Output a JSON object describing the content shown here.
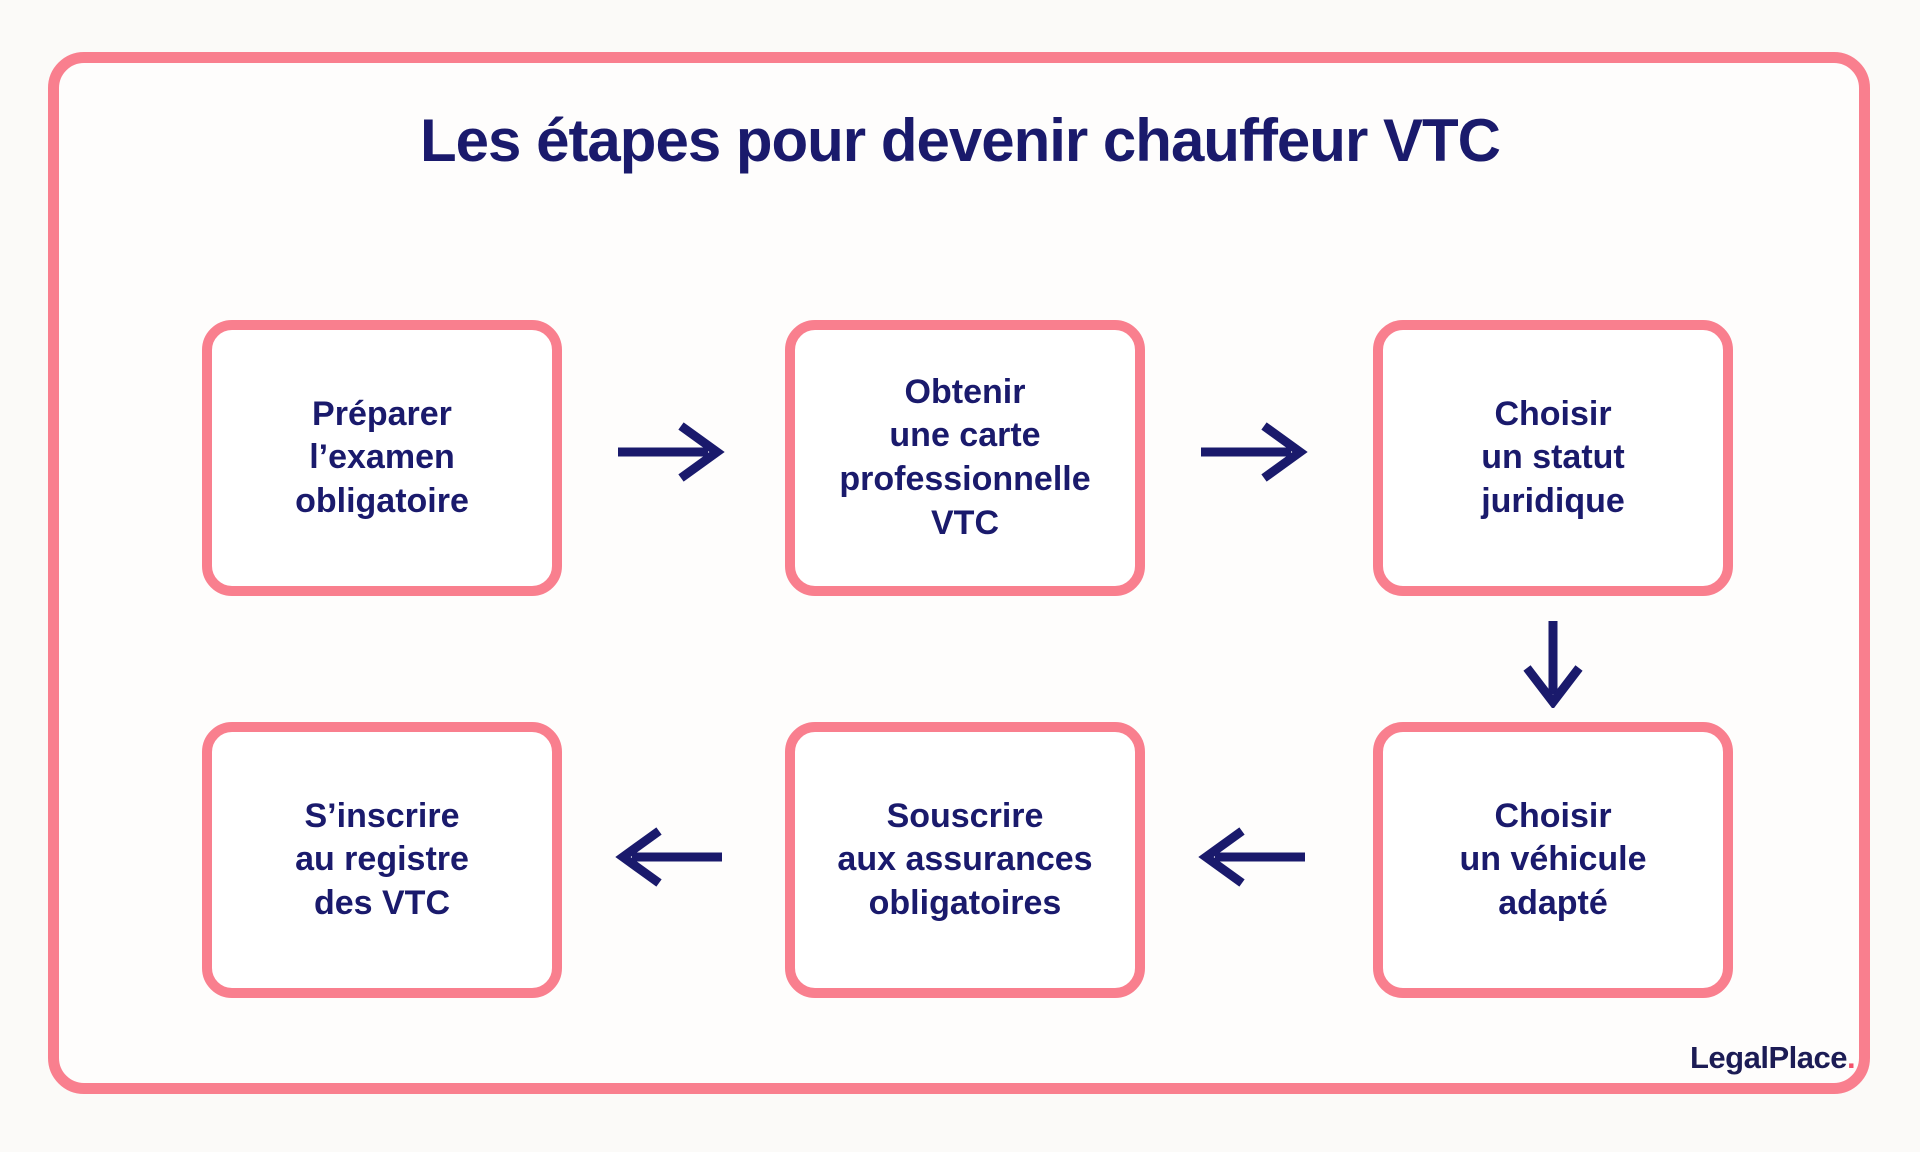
{
  "title": "Les étapes pour devenir chauffeur VTC",
  "steps": [
    {
      "label": "Préparer\nl’examen\nobligatoire"
    },
    {
      "label": "Obtenir\nune carte\nprofessionnelle\nVTC"
    },
    {
      "label": "Choisir\nun statut\njuridique"
    },
    {
      "label": "Choisir\nun véhicule\nadapté"
    },
    {
      "label": "Souscrire\naux assurances\nobligatoires"
    },
    {
      "label": "S’inscrire\nau registre\ndes VTC"
    }
  ],
  "logo": {
    "text": "LegalPlace",
    "dot": "."
  },
  "colors": {
    "accent_pink": "#f97f8e",
    "navy_text": "#1a1a6c",
    "logo_dot_pink": "#f4506a"
  }
}
